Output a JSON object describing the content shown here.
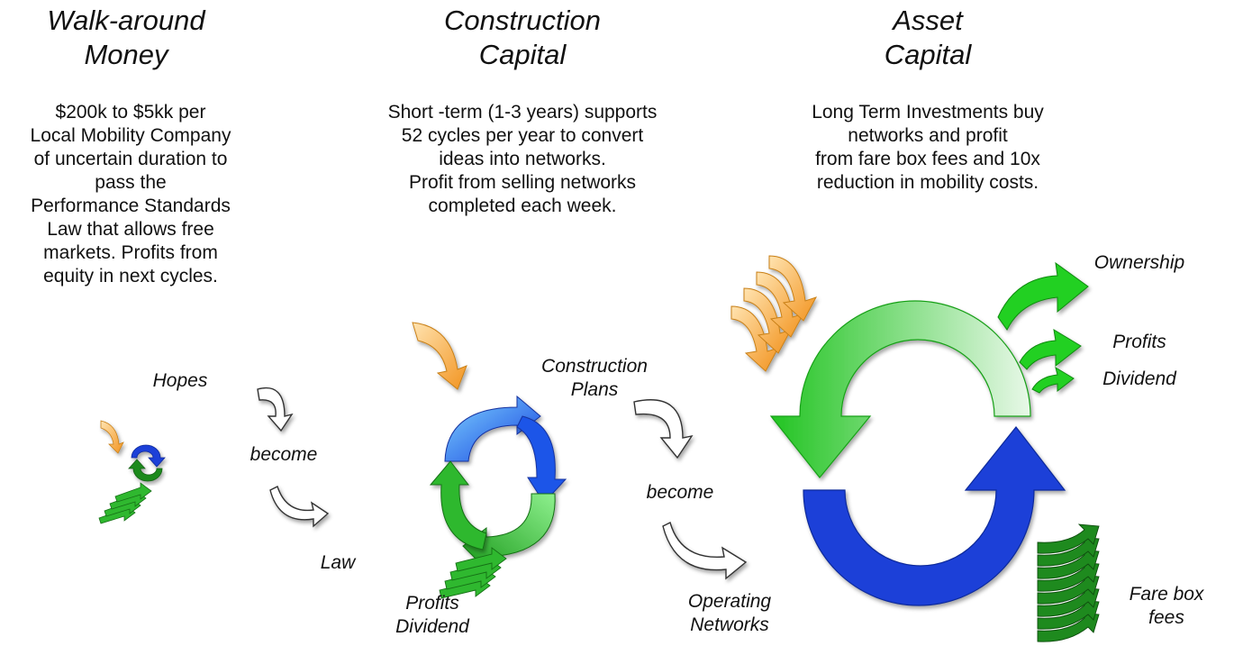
{
  "columns": [
    {
      "heading": [
        "Walk-around",
        "Money"
      ],
      "description": [
        "$200k to $5kk per",
        "Local Mobility Company",
        "of uncertain duration to",
        "pass the",
        "Performance Standards",
        "Law that allows free",
        "markets. Profits from",
        "equity in next cycles."
      ]
    },
    {
      "heading": [
        "Construction",
        "Capital"
      ],
      "description": [
        "Short -term (1-3 years) supports",
        "52 cycles per year to convert",
        "ideas into networks.",
        "Profit from selling networks",
        "completed each week."
      ]
    },
    {
      "heading": [
        "Asset",
        "Capital"
      ],
      "description": [
        "Long Term Investments buy",
        "networks and profit",
        "from fare box fees and 10x",
        "reduction in mobility costs."
      ]
    }
  ],
  "labels": {
    "hopes": "Hopes",
    "become_1": "become",
    "law": "Law",
    "profits_dividend_1": [
      "Profits",
      "Dividend"
    ],
    "construction_plans": [
      "Construction",
      "Plans"
    ],
    "become_2": "become",
    "operating_networks": [
      "Operating",
      "Networks"
    ],
    "ownership": "Ownership",
    "profits_2": "Profits",
    "dividend_2": "Dividend",
    "fare_box_fees": [
      "Fare box",
      "fees"
    ]
  },
  "colors": {
    "orange": "#f5a030",
    "green": "#2fb82f",
    "dark_green": "#1e8a1e",
    "blue": "#1a3fd8",
    "light_blue": "#3ab0ee",
    "white_arrow": "#ffffff"
  }
}
